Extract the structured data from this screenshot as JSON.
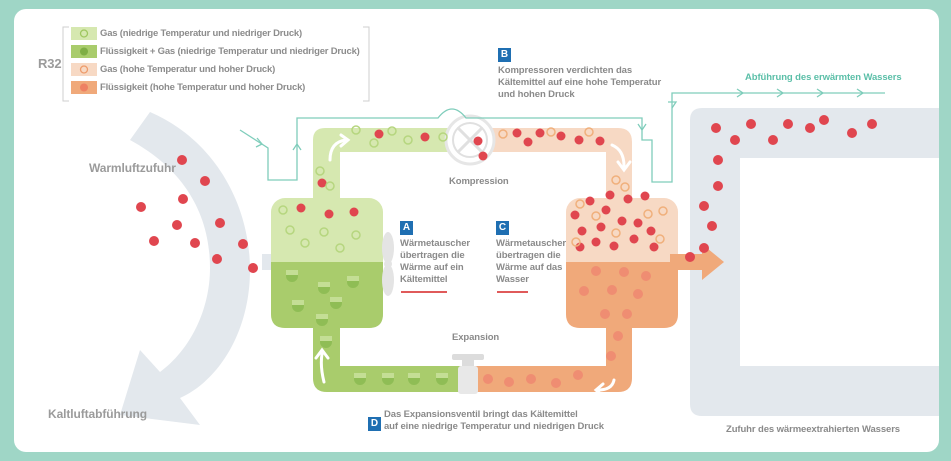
{
  "refrigerant": "R32",
  "legend": [
    {
      "label": "Gas (niedrige Temperatur und niedriger Druck)",
      "color": "#d6e8b0",
      "symbol": "ring-green"
    },
    {
      "label": "Flüssigkeit + Gas (niedrige Temperatur und niedriger Druck)",
      "color": "#a9cc6c",
      "symbol": "half-green"
    },
    {
      "label": "Gas (hohe Temperatur und hoher Druck)",
      "color": "#f7d9c4",
      "symbol": "ring-orange"
    },
    {
      "label": "Flüssigkeit (hohe Temperatur und hoher Druck)",
      "color": "#f0a97a",
      "symbol": "dot-orange"
    }
  ],
  "labels": {
    "warm_air_in": "Warmluftzufuhr",
    "cold_air_out": "Kaltluftabführung",
    "compression": "Kompression",
    "expansion": "Expansion",
    "water_out": "Abführung des erwärmten Wassers",
    "water_in": "Zufuhr des wärmeextrahierten Wassers"
  },
  "steps": {
    "A": {
      "badge": "A",
      "line1": "Wärmetauscher",
      "line2": "übertragen die",
      "line3": "Wärme auf ein",
      "line4": "Kältemittel"
    },
    "B": {
      "badge": "B",
      "line1": "Kompressoren verdichten das",
      "line2": "Kältemittel auf eine hohe Temperatur",
      "line3": "und hohen Druck"
    },
    "C": {
      "badge": "C",
      "line1": "Wärmetauscher",
      "line2": "übertragen die",
      "line3": "Wärme auf das",
      "line4": "Wasser"
    },
    "D": {
      "badge": "D",
      "line1": "Das Expansionsventil bringt das Kältemittel",
      "line2": "auf eine niedrige Temperatur und niedrigen Druck"
    }
  },
  "colors": {
    "background": "#9fd6c6",
    "green_light": "#d6e8b0",
    "green_dark": "#a9cc6c",
    "orange_light": "#f7d9c4",
    "orange_dark": "#f0a97a",
    "red_dot": "#e0464f",
    "air_arrow": "#e3e8ed",
    "badge": "#1f6fb2",
    "teal": "#5bbfa8"
  }
}
